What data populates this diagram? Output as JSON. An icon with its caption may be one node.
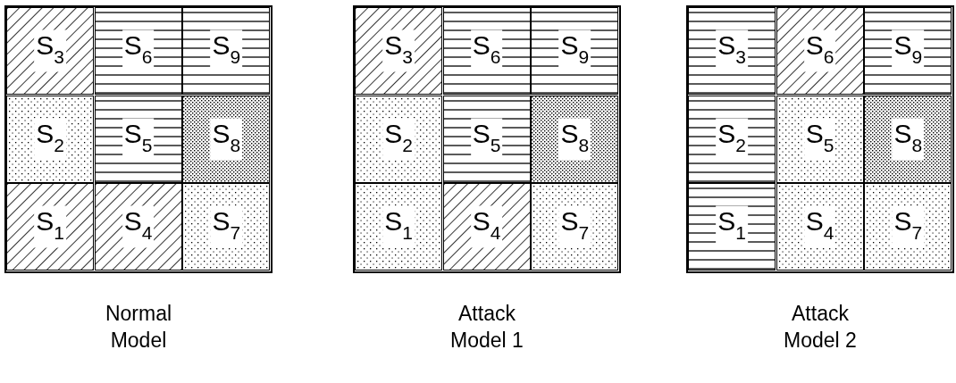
{
  "diagram": {
    "nodes": [
      {
        "text": [
          "Normal Model"
        ]
      },
      {
        "text": [
          "S$_{3}$"
        ],
        "in": 0
      },
      {
        "text": [
          "S$_{6}$"
        ],
        "in": 0
      },
      {
        "text": [
          "S$_{9}$"
        ],
        "in": 0
      },
      {
        "text": [
          "S$_{2}$"
        ],
        "in": 0
      },
      {
        "text": [
          "S$_{5}$"
        ],
        "in": 0
      },
      {
        "text": [
          "S$_{8}$"
        ],
        "in": 0
      },
      {
        "text": [
          "S$_{1}$"
        ],
        "in": 0
      },
      {
        "text": [
          "S$_{4}$"
        ],
        "in": 0
      },
      {
        "text": [
          "S$_{7}$"
        ],
        "in": 0
      },
      {
        "text": [
          "Attack Model 1"
        ]
      },
      {
        "text": [
          "S$_{3}$"
        ],
        "in": 10
      },
      {
        "text": [
          "S$_{6}$"
        ],
        "in": 10
      },
      {
        "text": [
          "S$_{9}$"
        ],
        "in": 10
      },
      {
        "text": [
          "S$_{2}$"
        ],
        "in": 10
      },
      {
        "text": [
          "S$_{5}$"
        ],
        "in": 10
      },
      {
        "text": [
          "S$_{8}$"
        ],
        "in": 10
      },
      {
        "text": [
          "S$_{1}$"
        ],
        "in": 10
      },
      {
        "text": [
          "S$_{4}$"
        ],
        "in": 10
      },
      {
        "text": [
          "S$_{7}$"
        ],
        "in": 10
      },
      {
        "text": [
          "Attack Model 2"
        ]
      },
      {
        "text": [
          "S$_{3}$"
        ],
        "in": 20
      },
      {
        "text": [
          "S$_{6}$"
        ],
        "in": 20
      },
      {
        "text": [
          "S$_{9}$"
        ],
        "in": 20
      },
      {
        "text": [
          "S$_{2}$"
        ],
        "in": 20
      },
      {
        "text": [
          "S$_{5}$"
        ],
        "in": 20
      },
      {
        "text": [
          "S$_{8}$"
        ],
        "in": 20
      },
      {
        "text": [
          "S$_{1}$"
        ],
        "in": 20
      },
      {
        "text": [
          "S$_{4}$"
        ],
        "in": 20
      },
      {
        "text": [
          "S$_{7}$"
        ],
        "in": 20
      }
    ]
  }
}
